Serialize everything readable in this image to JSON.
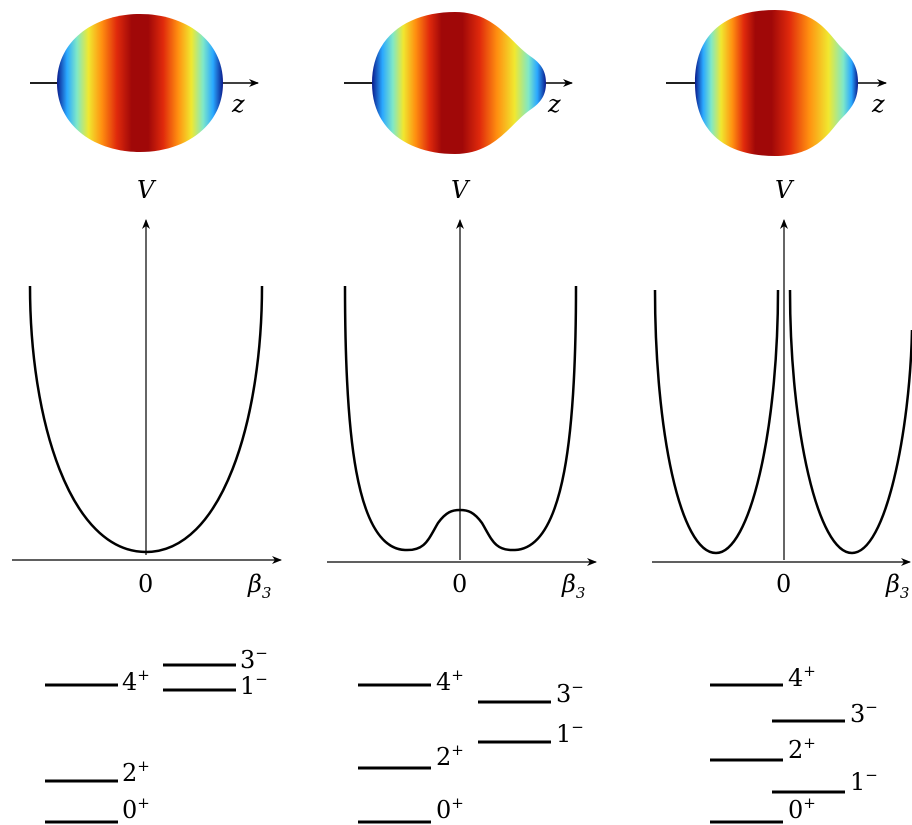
{
  "axis": {
    "vertical_label": "V",
    "horizontal_label": "β",
    "horizontal_subscript": "3",
    "origin_label": "0",
    "shape_axis_label": "z"
  },
  "panels": [
    {
      "levels": [
        {
          "label": "4",
          "sup": "+"
        },
        {
          "label": "3",
          "sup": "−"
        },
        {
          "label": "1",
          "sup": "−"
        },
        {
          "label": "2",
          "sup": "+"
        },
        {
          "label": "0",
          "sup": "+"
        }
      ]
    },
    {
      "levels": [
        {
          "label": "4",
          "sup": "+"
        },
        {
          "label": "3",
          "sup": "−"
        },
        {
          "label": "1",
          "sup": "−"
        },
        {
          "label": "2",
          "sup": "+"
        },
        {
          "label": "0",
          "sup": "+"
        }
      ]
    },
    {
      "levels": [
        {
          "label": "4",
          "sup": "+"
        },
        {
          "label": "3",
          "sup": "−"
        },
        {
          "label": "2",
          "sup": "+"
        },
        {
          "label": "1",
          "sup": "−"
        },
        {
          "label": "0",
          "sup": "+"
        }
      ]
    }
  ],
  "colors": {
    "shape_gradient": [
      "#0a1a8c",
      "#2aa8ff",
      "#5fe0ff",
      "#e8f040",
      "#ff9a10",
      "#e83010",
      "#a80a0a",
      "#7a0505"
    ],
    "line": "#000000"
  }
}
